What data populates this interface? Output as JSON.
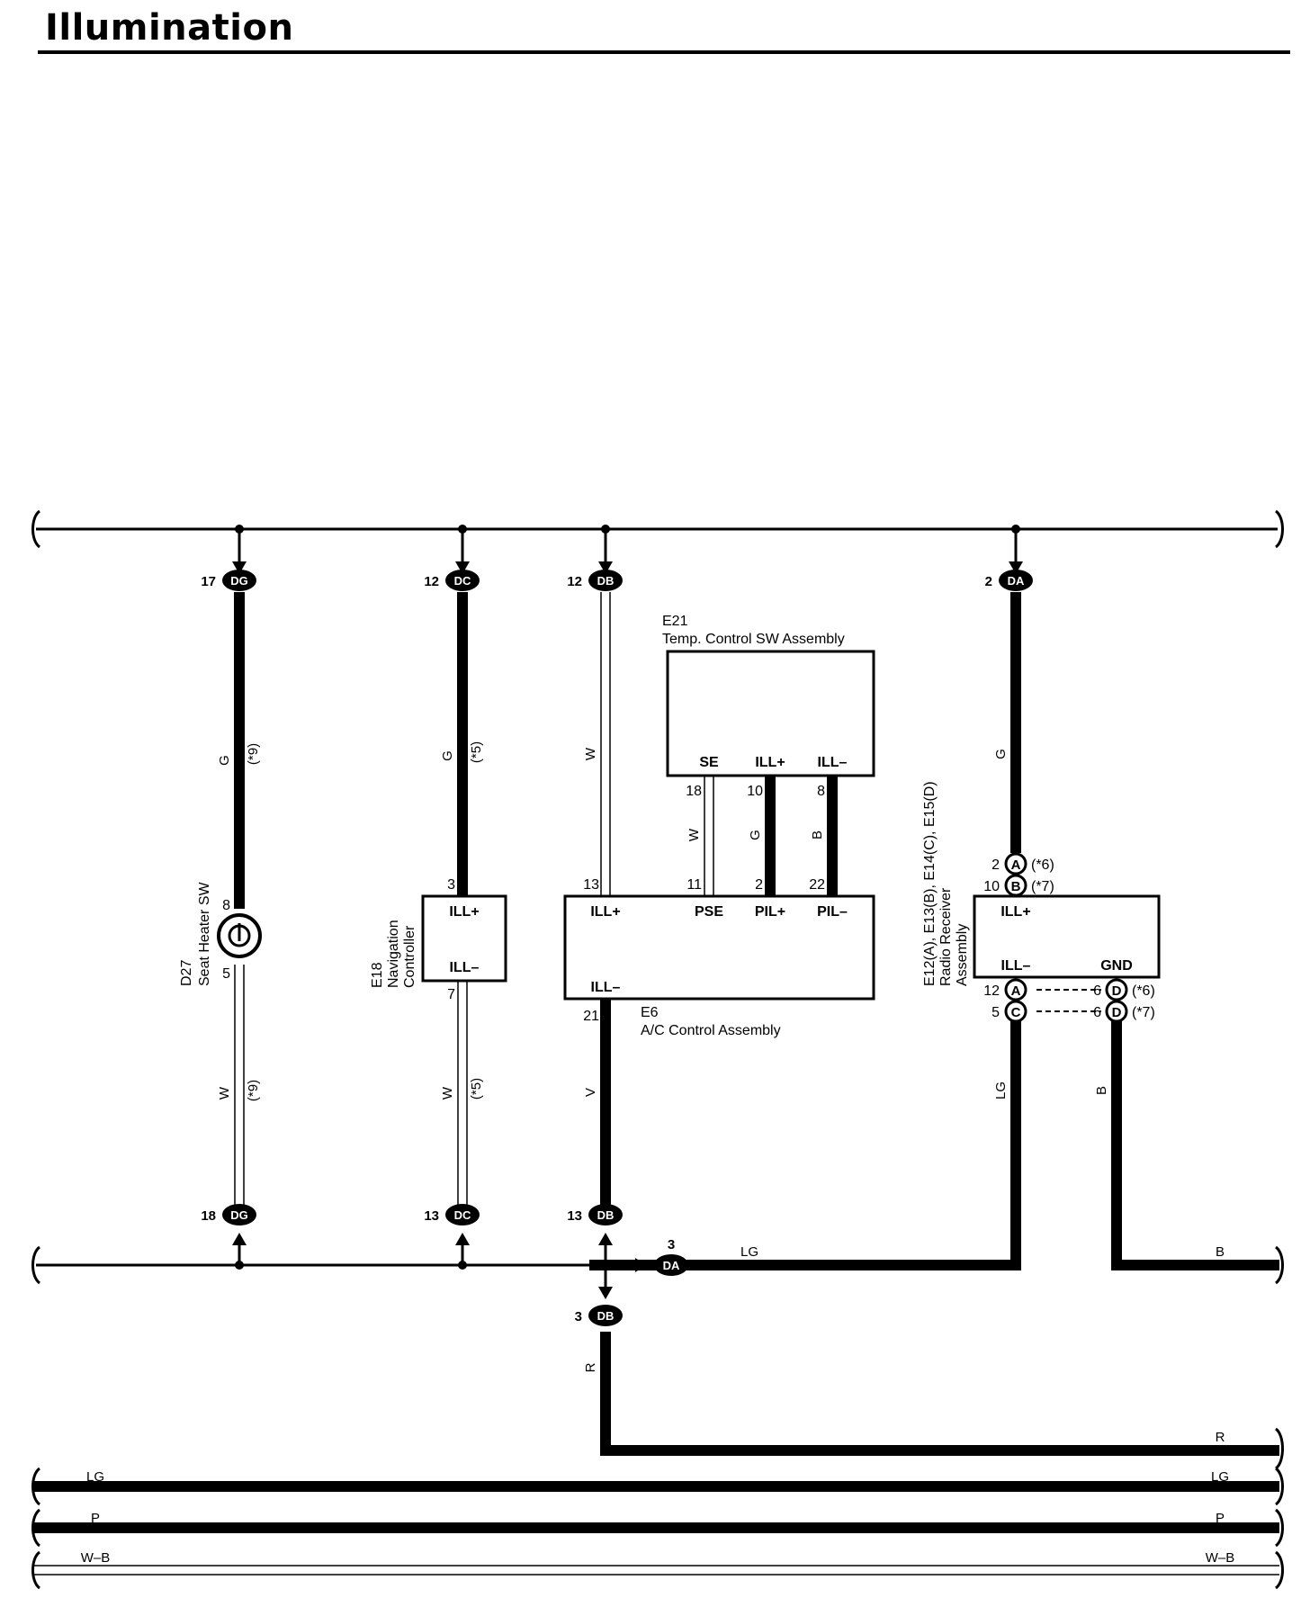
{
  "title": "Illumination",
  "labels": {
    "e21_id": "E21",
    "e21_name": "Temp.  Control SW Assembly",
    "e6_id": "E6",
    "e6_name": "A/C Control Assembly",
    "d27_id": "D27",
    "d27_name": "Seat Heater SW",
    "e18_id": "E18",
    "e18_name1": "Navigation",
    "e18_name2": "Controller",
    "radio_id": "E12(A), E13(B), E14(C), E15(D)",
    "radio_name1": "Radio Receiver",
    "radio_name2": "Assembly"
  },
  "terminals": {
    "e21_se": "SE",
    "e21_illp": "ILL+",
    "e21_illm": "ILL–",
    "e6_illp": "ILL+",
    "e6_pse": "PSE",
    "e6_pilp": "PIL+",
    "e6_pilm": "PIL–",
    "e6_illm": "ILL–",
    "e18_illp": "ILL+",
    "e18_illm": "ILL–",
    "radio_illp": "ILL+",
    "radio_illm": "ILL–",
    "radio_gnd": "GND"
  },
  "junctions": {
    "dg_top": {
      "pin": "17",
      "code": "DG"
    },
    "dc_top": {
      "pin": "12",
      "code": "DC"
    },
    "db_top": {
      "pin": "12",
      "code": "DB"
    },
    "da_top": {
      "pin": "2",
      "code": "DA"
    },
    "dg_bot": {
      "pin": "18",
      "code": "DG"
    },
    "dc_bot": {
      "pin": "13",
      "code": "DC"
    },
    "db_bot": {
      "pin": "13",
      "code": "DB"
    },
    "da_mid": {
      "pin": "3",
      "code": "DA"
    },
    "db_3": {
      "pin": "3",
      "code": "DB"
    }
  },
  "pins": {
    "d27_top": "8",
    "d27_bot": "5",
    "e18_top": "3",
    "e18_bot": "7",
    "e6_illp": "13",
    "e6_pse": "11",
    "e6_pilp": "2",
    "e6_pilm": "22",
    "e6_illm": "21",
    "e21_se": "18",
    "e21_illp": "10",
    "e21_illm": "8",
    "radio_a_top": "2",
    "radio_b_top": "10",
    "radio_a_bot": "12",
    "radio_c_bot": "5",
    "radio_d1": "6",
    "radio_d2": "6"
  },
  "connector_letters": {
    "a_top": "A",
    "b_top": "B",
    "a_bot": "A",
    "c_bot": "C",
    "d1": "D",
    "d2": "D"
  },
  "notes": {
    "d27_top": "(*9)",
    "d27_bot": "(*9)",
    "e18_top": "(*5)",
    "e18_bot": "(*5)",
    "radio_a_top": "(*6)",
    "radio_b_top": "(*7)",
    "radio_d1": "(*6)",
    "radio_d2": "(*7)"
  },
  "wire_colors": {
    "d27_top": "G",
    "d27_bot": "W",
    "e18_top": "G",
    "e18_bot": "W",
    "e6_top": "W",
    "e6_bot": "V",
    "e21_se": "W",
    "e21_illp": "G",
    "e21_illm": "B",
    "radio_top": "G",
    "radio_illm": "LG",
    "radio_gnd": "B",
    "h_lg": "LG",
    "h_b": "B",
    "r_vert": "R",
    "r_right": "R",
    "bus_lg_left": "LG",
    "bus_lg_right": "LG",
    "bus_p_left": "P",
    "bus_p_right": "P",
    "bus_wb_left": "W–B",
    "bus_wb_right": "W–B"
  }
}
